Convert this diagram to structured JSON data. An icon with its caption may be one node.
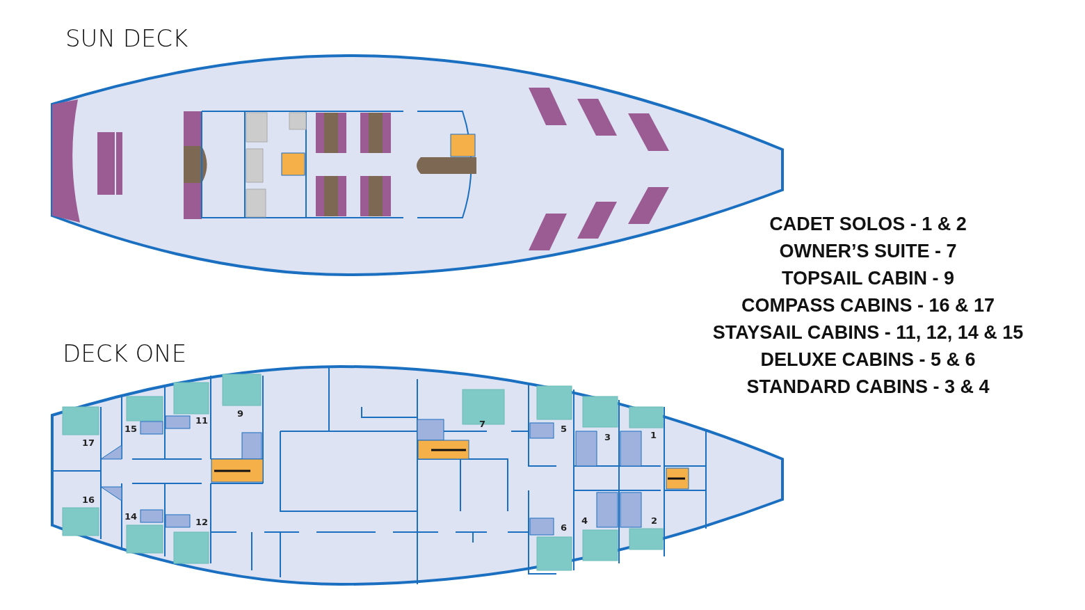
{
  "diagram": {
    "labels": [
      "SUN DECK",
      "DECK ONE",
      "17",
      "15",
      "11",
      "9",
      "7",
      "5",
      "3",
      "1",
      "16",
      "14",
      "12",
      "6",
      "4",
      "2",
      "CADET SOLOS - 1 & 2",
      "OWNER’S SUITE - 7",
      "TOPSAIL CABIN - 9",
      "COMPASS CABINS - 16 & 17",
      "STAYSAIL CABINS - 11, 12, 14 & 15",
      "DELUXE CABINS - 5 & 6",
      "STANDARD CABINS -  3 & 4"
    ]
  }
}
